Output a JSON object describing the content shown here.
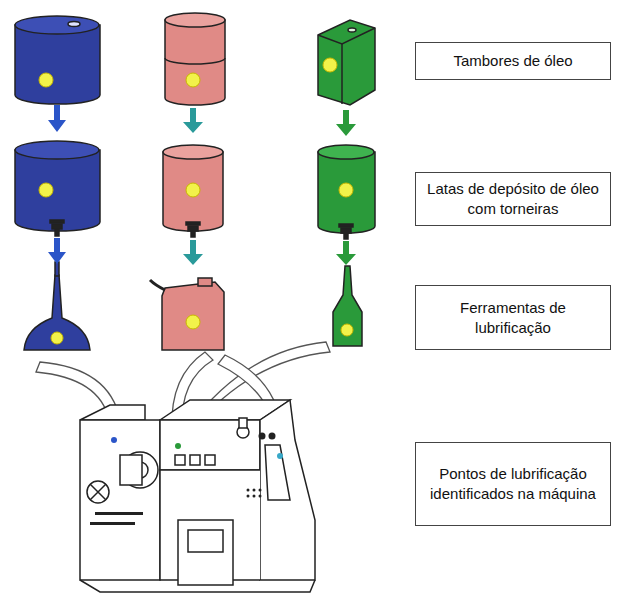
{
  "diagram": {
    "nodes": [
      {
        "text": [
          "Tambores de óleo"
        ]
      },
      {
        "text": [
          "Latas de depósito de óleo com torneiras"
        ]
      },
      {
        "text": [
          "Ferramentas de lubrificação"
        ]
      },
      {
        "text": [
          "Pontos de lubrificação identificados na máquina"
        ]
      }
    ]
  }
}
